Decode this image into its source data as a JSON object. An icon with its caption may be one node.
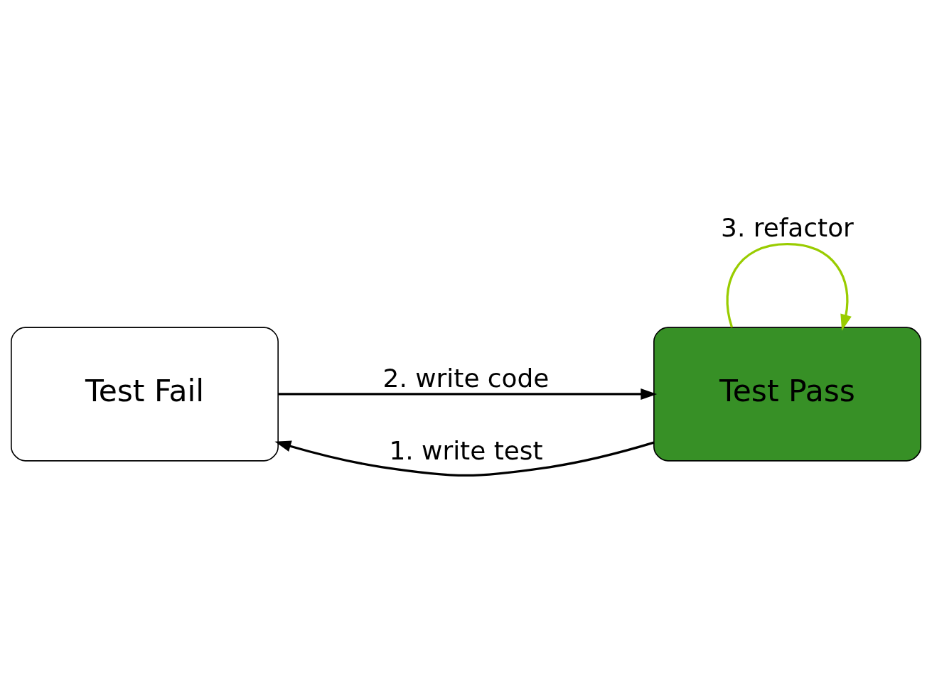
{
  "diagram": {
    "nodes": [
      {
        "text": [
          "Test Fail"
        ]
      },
      {
        "text": [
          "Test Pass"
        ]
      }
    ],
    "edges": [
      {
        "from": 1,
        "to": 0,
        "arrow": "to",
        "label": "1. write test"
      },
      {
        "from": 0,
        "to": 1,
        "arrow": "to",
        "label": "2. write code"
      },
      {
        "from": 1,
        "to": 1,
        "arrow": "to",
        "label": "3. refactor",
        "color": "#99cc00"
      }
    ]
  }
}
